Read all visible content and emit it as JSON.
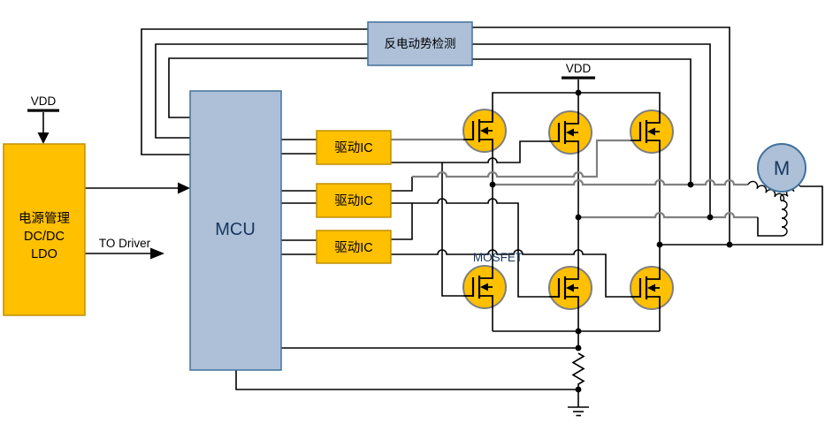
{
  "colors": {
    "orange": "#FFC000",
    "orange_border": "#BF9000",
    "blue": "#ADC0D8",
    "blue_border": "#41719C",
    "wire": "#000000",
    "wire_gray": "#808080",
    "fet_outline": "#7F7F7F",
    "text_dark": "#17365D",
    "background": "#FFFFFF"
  },
  "power_block": {
    "line1": "电源管理",
    "line2": "DC/DC",
    "line3": "LDO"
  },
  "vdd_left": "VDD",
  "vdd_right": "VDD",
  "mcu": {
    "label": "MCU"
  },
  "bemf": {
    "label": "反电动势检测"
  },
  "drivers": [
    {
      "label": "驱动IC"
    },
    {
      "label": "驱动IC"
    },
    {
      "label": "驱动IC"
    }
  ],
  "annotations": {
    "to_driver": "TO Driver",
    "mosfet": "MOSFET"
  },
  "motor": {
    "label": "M"
  }
}
